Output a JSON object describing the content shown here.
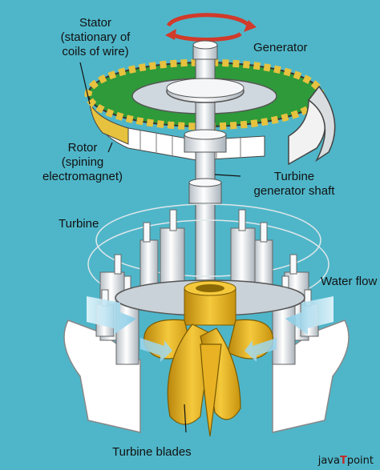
{
  "labels": {
    "stator_line1": "Stator",
    "stator_line2": "(stationary of",
    "stator_line3": "coils of wire)",
    "generator": "Generator",
    "rotor_line1": "Rotor",
    "rotor_line2": "(spining",
    "rotor_line3": "electromagnet)",
    "shaft_line1": "Turbine",
    "shaft_line2": "generator shaft",
    "turbine": "Turbine",
    "water_flow": "Water flow",
    "blades": "Turbine blades"
  },
  "brand": {
    "part1": "java",
    "mark": "T",
    "part2": "point"
  },
  "colors": {
    "background": "#4fb6c9",
    "stator_coils": "#2e9a3a",
    "rotor_band": "#e6c23e",
    "metal": "#e9edf0",
    "blade_gold": "#dca618",
    "rotation_arrow": "#d23a2a",
    "water_arrow": "#bfe6f5"
  }
}
